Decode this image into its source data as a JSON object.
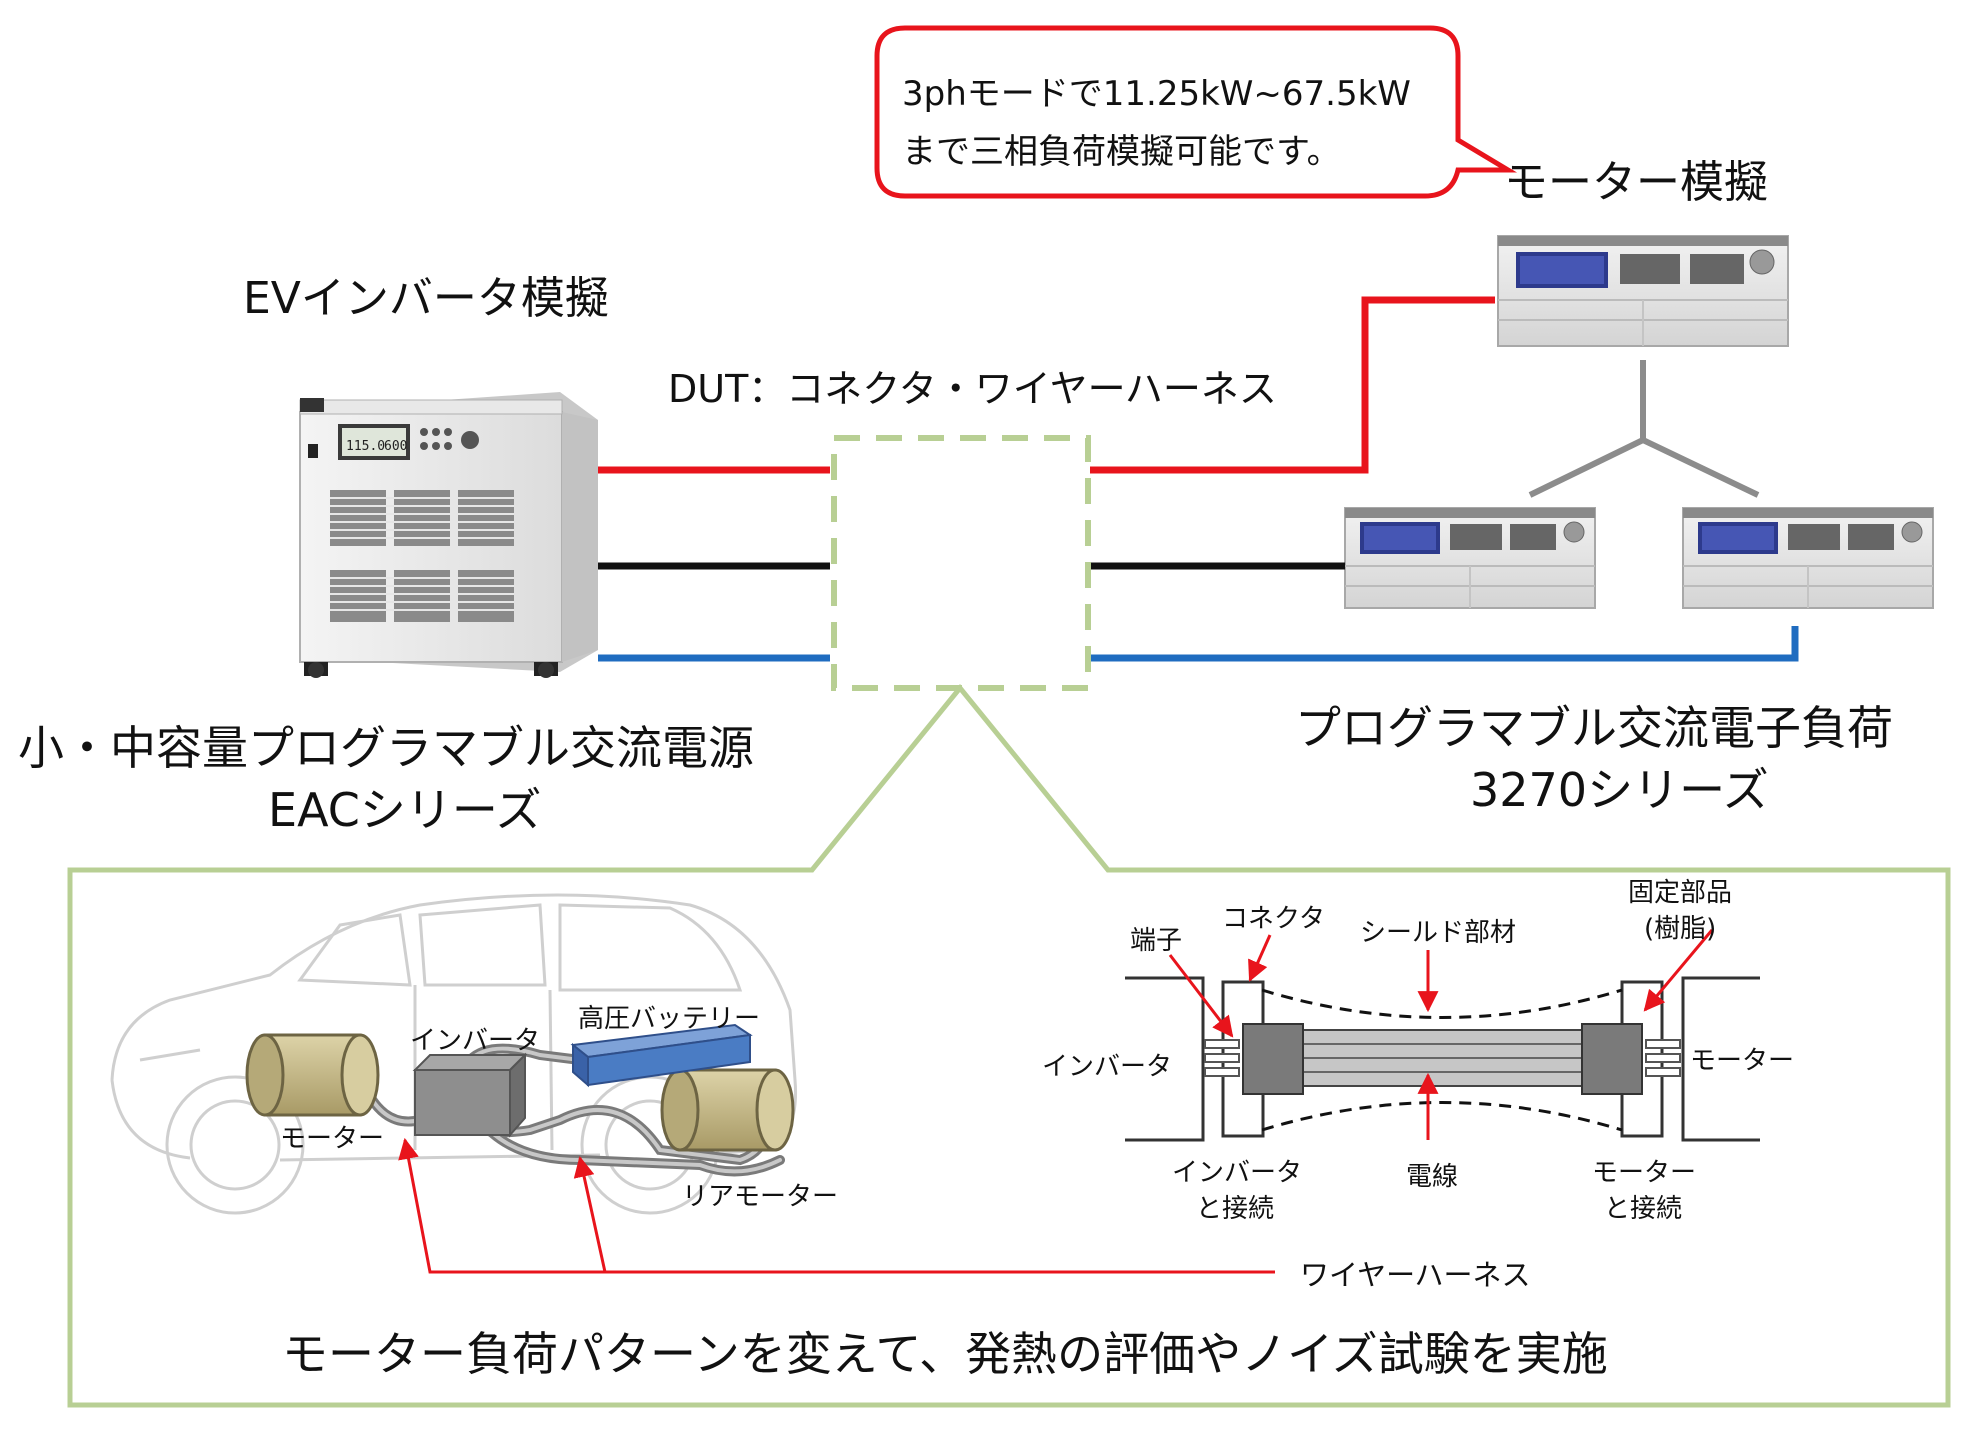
{
  "callout": {
    "line1": "3phモードで11.25kW~67.5kW",
    "line2": "まで三相負荷模擬可能です。"
  },
  "labels": {
    "motor_sim": "モーター模擬",
    "ev_inverter_sim": "EVインバータ模擬",
    "dut": "DUT：コネクタ・ワイヤーハーネス",
    "eac_line1": "小・中容量プログラマブル交流電源",
    "eac_line2": "EACシリーズ",
    "load_line1": "プログラマブル交流電子負荷",
    "load_line2": "3270シリーズ"
  },
  "car": {
    "battery": "高圧バッテリー",
    "inverter": "インバータ",
    "motor": "モーター",
    "rear_motor": "リアモーター",
    "harness": "ワイヤーハーネス"
  },
  "harness_detail": {
    "terminal": "端子",
    "connector": "コネクタ",
    "shield": "シールド部材",
    "fixed_part_line1": "固定部品",
    "fixed_part_line2": "(樹脂)",
    "inverter": "インバータ",
    "motor": "モーター",
    "inverter_conn_line1": "インバータ",
    "inverter_conn_line2": "と接続",
    "wire": "電線",
    "motor_conn_line1": "モーター",
    "motor_conn_line2": "と接続"
  },
  "bottom_caption": "モーター負荷パターンを変えて、発熱の評価やノイズ試験を実施",
  "colors": {
    "red": "#e8141c",
    "black": "#111111",
    "blue": "#1f6cc0",
    "green_frame": "#b8cf94",
    "motor_fill": "#c6ba8a",
    "battery_fill": "#4a7cc4",
    "inverter_fill": "#8e8e8e"
  },
  "eac_display": {
    "readout_left": "115.0",
    "readout_right": "600"
  }
}
